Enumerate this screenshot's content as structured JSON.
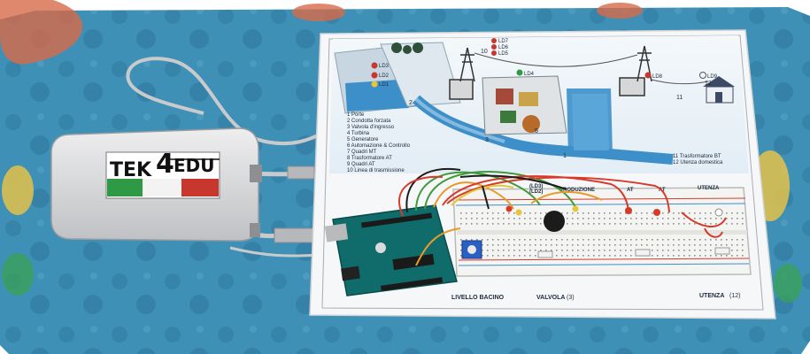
{
  "scene": {
    "colors": {
      "carpet": "#3f90b6",
      "carpet_dark": "#2f7aa0",
      "board": "#f6f7f8",
      "panel_sky": "#e9f2f8",
      "water": "#3d8fc9",
      "device_body": "#d9dadc",
      "arduino": "#0f6c6a",
      "breadboard": "#f4f4f2",
      "wire_red": "#d63a2a",
      "wire_green": "#3e9a3a",
      "wire_orange": "#e79a2b",
      "wire_black": "#1b1b1b",
      "wire_yellow": "#e6c63a",
      "cable": "#c9cacc",
      "flag_green": "#2f9a46",
      "flag_white": "#f3f3f3",
      "flag_red": "#c8372d"
    },
    "icons": [
      "usb-cable-icon",
      "power-tower-icon",
      "house-icon",
      "led-icon",
      "potentiometer-icon"
    ]
  },
  "device": {
    "brand_left": "TEK",
    "brand_digit": "4",
    "brand_right": "EDU"
  },
  "poster": {
    "led_labels_top": [
      "LD7",
      "LD6",
      "LD5"
    ],
    "led_label_mid": "LD4",
    "led_labels_left": [
      "LD3",
      "LD2",
      "LD1"
    ],
    "led_labels_right": [
      "LD8",
      "LD9"
    ],
    "numbers": {
      "n1": "1",
      "n2": "2",
      "n3": "3",
      "n5": "5",
      "n10": "10",
      "n11": "11",
      "n12": "12"
    },
    "legend": [
      "1 Porte",
      "2 Condotta forzata",
      "3 Valvola d'ingresso",
      "4 Turbina",
      "5 Generatore",
      "6 Automazione & Controllo",
      "7 Quadri MT",
      "8 Trasformatore AT",
      "9 Quadri AT",
      "10 Linea di trasmissione"
    ],
    "legend_right": [
      "11 Trasformatore BT",
      "12 Utenza domestica"
    ],
    "strip_labels": {
      "ld3": "(LD3)",
      "ld2": "(LD2)",
      "produzione": "PRODUZIONE",
      "at1": "AT",
      "at2": "AT",
      "utenza_top": "UTENZA"
    },
    "bottom_labels": {
      "livello": "LIVELLO BACINO",
      "valvola": "VALVOLA",
      "valvola_num": "(3)",
      "utenza": "UTENZA",
      "utenza_num": "(12)"
    }
  }
}
